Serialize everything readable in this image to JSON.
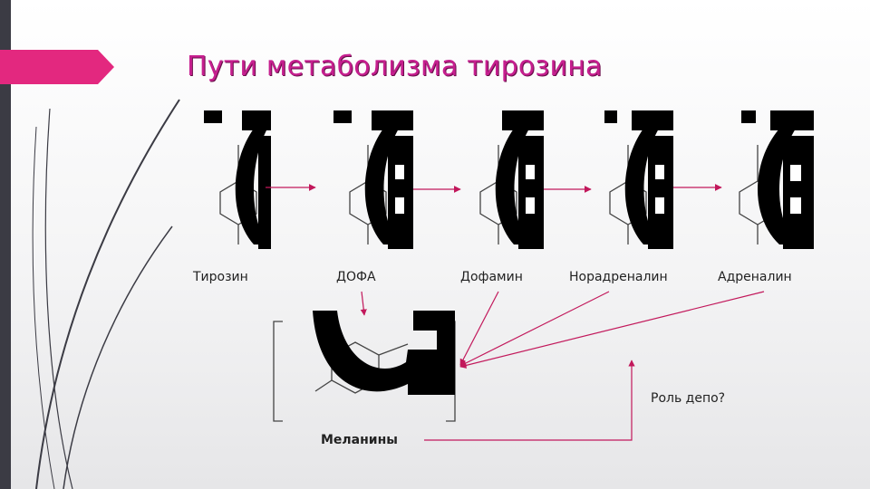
{
  "slide": {
    "title": "Пути метаболизма тирозина",
    "accent_color": "#c61f8f",
    "arrow_color": "#c2185b",
    "compounds": [
      "Тирозин",
      "ДОФА",
      "Дофамин",
      "Норадреналин",
      "Адреналин"
    ],
    "melanins_label": "Меланины",
    "depot_label": "Роль депо?"
  }
}
